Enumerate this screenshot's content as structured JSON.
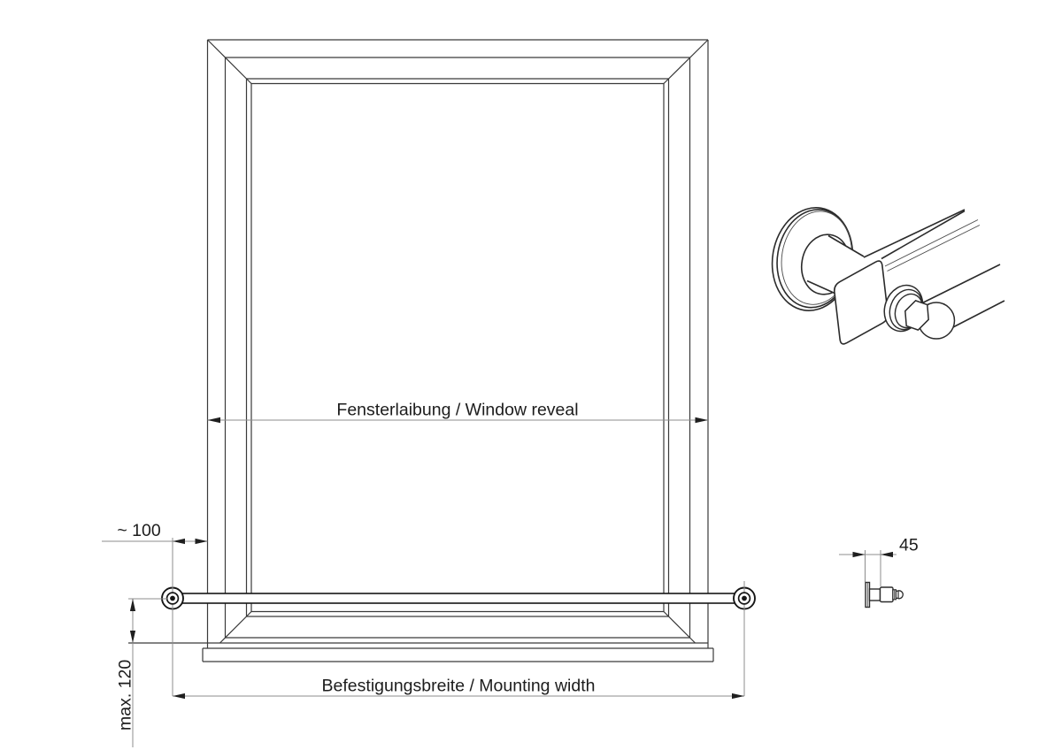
{
  "drawing": {
    "background": "#ffffff",
    "line_color": "#2b2b2b",
    "dimension_line_color": "#8c8c8c",
    "labels": {
      "window_reveal": "Fensterlaibung / Window reveal",
      "mounting_width": "Befestigungsbreite / Mounting width",
      "side_offset": "~ 100",
      "max_distance": "max. 120",
      "bracket_depth": "45"
    }
  }
}
